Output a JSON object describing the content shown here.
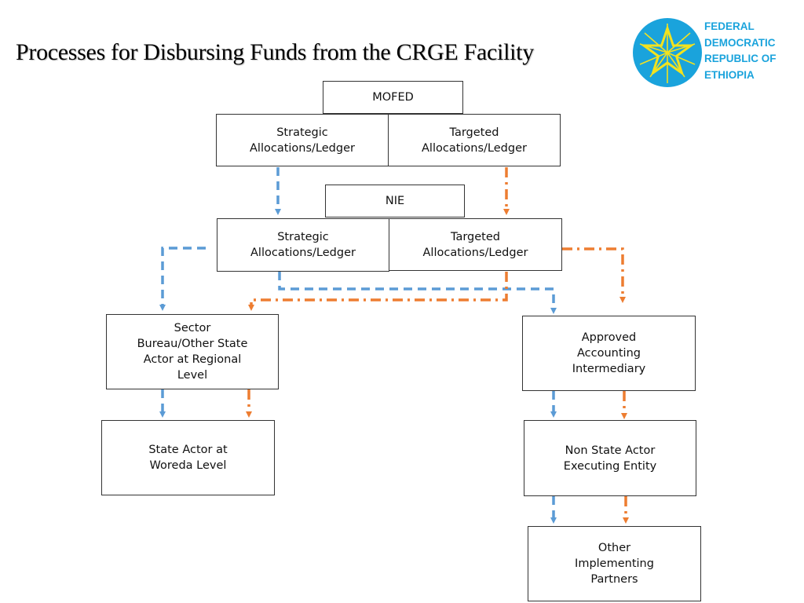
{
  "title": "Processes for Disbursing Funds from the CRGE Facility",
  "country_lines": [
    "FEDERAL",
    "DEMOCRATIC",
    "REPUBLIC OF",
    "ETHIOPIA"
  ],
  "emblem": "ethiopian-emblem-star",
  "colors": {
    "strategic_flow": "#5b9bd5",
    "targeted_flow": "#ed7d31",
    "emblem_bg": "#1aa3dc",
    "emblem_star": "#f2e21f",
    "country_text": "#1aa3dc"
  },
  "nodes": {
    "mofed": "MOFED",
    "mofed_strategic": [
      "Strategic",
      "Allocations/Ledger"
    ],
    "mofed_targeted": [
      "Targeted",
      "Allocations/Ledger"
    ],
    "nie": "NIE",
    "nie_strategic": [
      "Strategic",
      "Allocations/Ledger"
    ],
    "nie_targeted": [
      "Targeted",
      "Allocations/Ledger"
    ],
    "sector_bureau": [
      "Sector",
      "Bureau/Other State",
      "Actor at Regional",
      "Level"
    ],
    "approved_intermediary": [
      "Approved",
      "Accounting",
      "Intermediary"
    ],
    "state_actor_woreda": [
      "State Actor at",
      "Woreda Level"
    ],
    "non_state_actor": [
      "Non State Actor",
      "Executing Entity"
    ],
    "other_partners": [
      "Other",
      "Implementing",
      "Partners"
    ]
  },
  "legend_flows": {
    "strategic": "dashed",
    "targeted": "dash-dot"
  }
}
